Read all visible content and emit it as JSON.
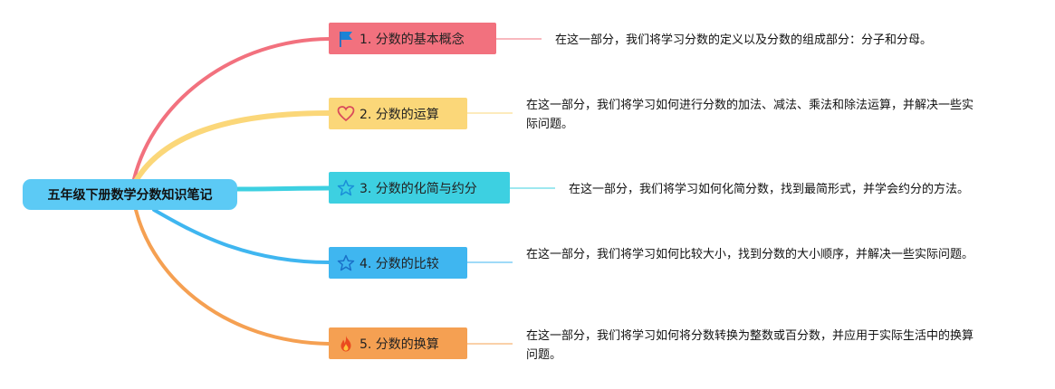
{
  "root": {
    "label": "五年级下册数学分数知识笔记",
    "color": "#5ccaf5"
  },
  "branches": [
    {
      "label": "1. 分数的基本概念",
      "icon": "flag-icon",
      "color": "#f2717e",
      "description": "在这一部分，我们将学习分数的定义以及分数的组成部分：分子和分母。"
    },
    {
      "label": "2. 分数的运算",
      "icon": "heart-icon",
      "color": "#fbd779",
      "description": "在这一部分，我们将学习如何进行分数的加法、减法、乘法和除法运算，并解决一些实际问题。"
    },
    {
      "label": "3. 分数的化简与约分",
      "icon": "star-icon",
      "color": "#3dd0e1",
      "description": "在这一部分，我们将学习如何化简分数，找到最简形式，并学会约分的方法。"
    },
    {
      "label": "4. 分数的比较",
      "icon": "star-icon",
      "color": "#3fb6f0",
      "description": "在这一部分，我们将学习如何比较大小，找到分数的大小顺序，并解决一些实际问题。"
    },
    {
      "label": "5. 分数的换算",
      "icon": "fire-icon",
      "color": "#f5a052",
      "description": "在这一部分，我们将学习如何将分数转换为整数或百分数，并应用于实际生活中的换算问题。"
    }
  ]
}
